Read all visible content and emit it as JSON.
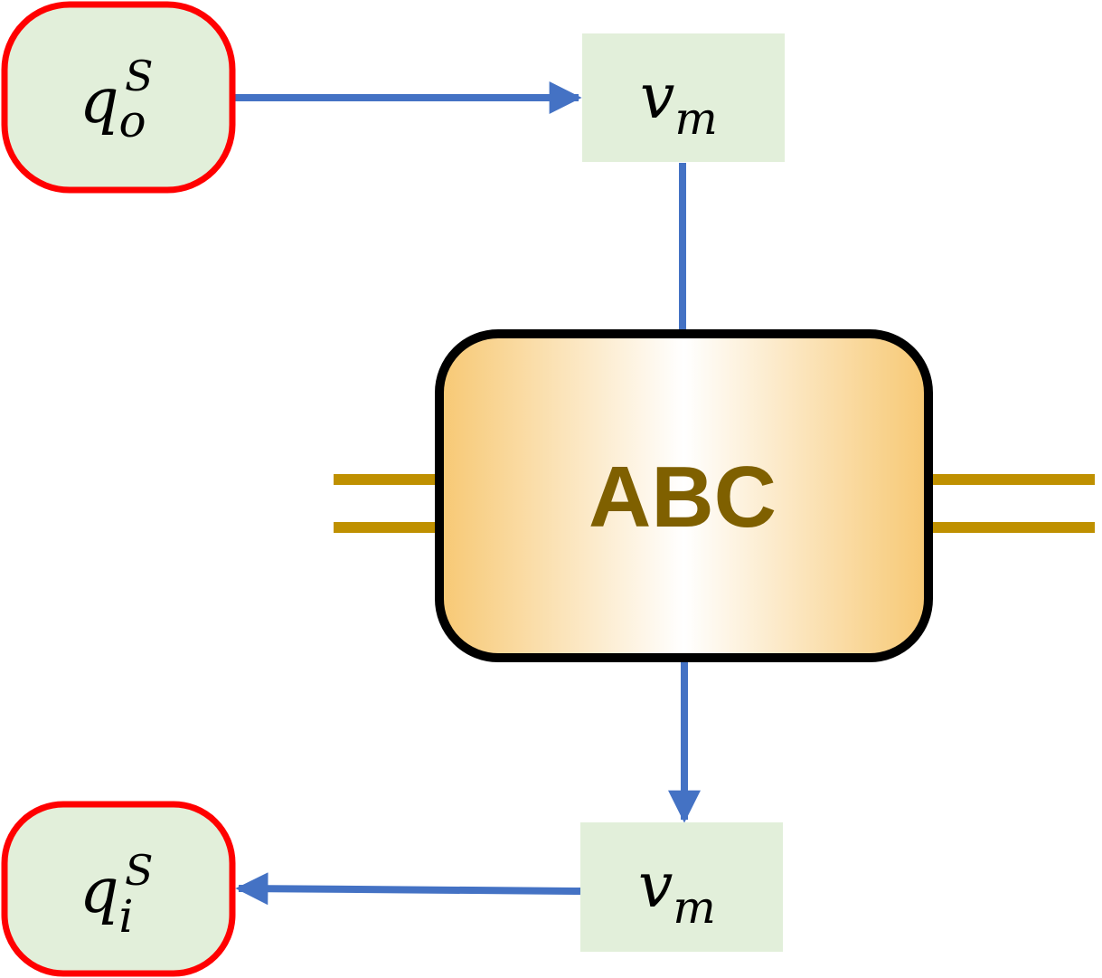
{
  "nodes": {
    "q_out": {
      "base": "q",
      "sub": "o",
      "sup": "S"
    },
    "v_top": {
      "base": "v",
      "sub": "m"
    },
    "block": {
      "label": "ABC"
    },
    "v_bottom": {
      "base": "v",
      "sub": "m"
    },
    "q_in": {
      "base": "q",
      "sub": "i",
      "sup": "S"
    }
  },
  "colors": {
    "node_fill": "#e2efda",
    "node_border": "#ff0000",
    "arrow": "#4472c4",
    "block_edge": "#f7c873",
    "block_center": "#ffffff",
    "block_text": "#7f6000",
    "bus": "#bf9000"
  }
}
